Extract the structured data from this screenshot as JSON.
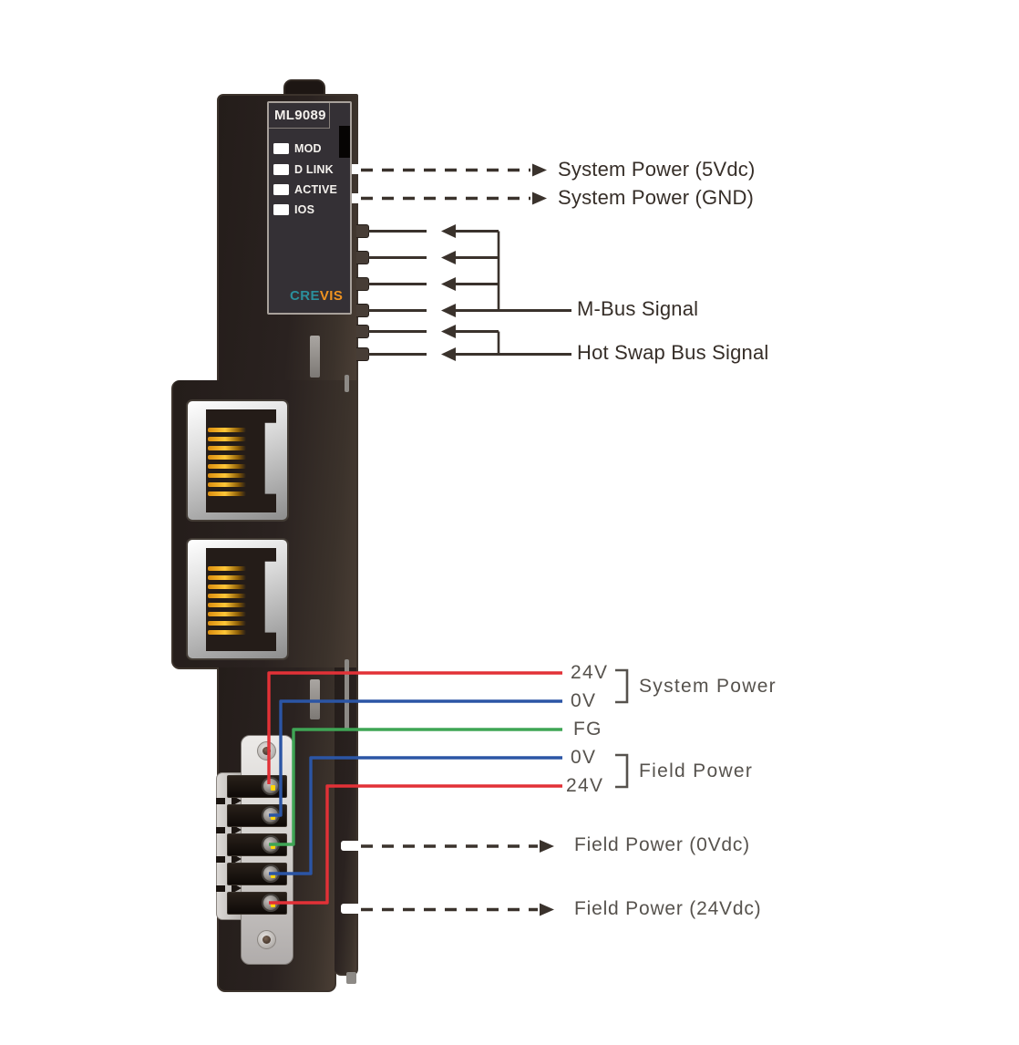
{
  "module": {
    "model": "ML9089",
    "brand": {
      "part1": "CRE",
      "part2": "VIS",
      "part1_color": "#2b8f9c",
      "part2_color": "#f09320"
    },
    "leds": [
      {
        "label": "MOD"
      },
      {
        "label": "D LINK"
      },
      {
        "label": "ACTIVE"
      },
      {
        "label": "IOS"
      }
    ],
    "body_color": "#2a2220",
    "ethernet_ports": 2,
    "power_terminals": 5
  },
  "annotations": {
    "system_power_5v": "System Power (5Vdc)",
    "system_power_gnd": "System Power (GND)",
    "m_bus": "M-Bus Signal",
    "hot_swap": "Hot Swap Bus Signal",
    "field_power_0v": "Field Power (0Vdc)",
    "field_power_24v": "Field Power (24Vdc)",
    "line_color": "#3a322c"
  },
  "wiring": {
    "pin_labels": [
      {
        "text": "24V",
        "color": "#e23137"
      },
      {
        "text": "0V",
        "color": "#2b55a5"
      },
      {
        "text": "FG",
        "color": "#3fa555"
      },
      {
        "text": "0V",
        "color": "#2b55a5"
      },
      {
        "text": "24V",
        "color": "#e23137"
      }
    ],
    "groups": [
      {
        "label": "System Power"
      },
      {
        "label": "Field Power"
      }
    ]
  }
}
